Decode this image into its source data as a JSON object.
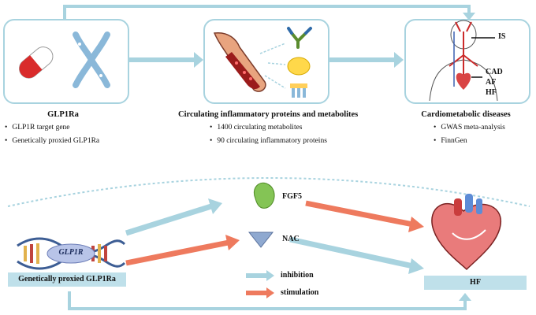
{
  "top": {
    "panel1": {
      "title": "GLP1Ra",
      "items": [
        "GLP1R target gene",
        "Genetically proxied GLP1Ra"
      ]
    },
    "panel2": {
      "title": "Circulating inflammatory proteins and metabolites",
      "items": [
        "1400 circulating metabolites",
        "90 circulating inflammatory proteins"
      ]
    },
    "panel3": {
      "title": "Cardiometabolic diseases",
      "items": [
        "GWAS meta-analysis",
        "FinnGen"
      ],
      "labels": [
        "IS",
        "CAD",
        "AF",
        "HF"
      ]
    }
  },
  "bottom": {
    "gene_label": "GLP1R",
    "exposure_label": "Genetically proxied GLP1Ra",
    "mediator1": "FGF5",
    "mediator2": "NAC",
    "outcome": "HF",
    "legend": {
      "inhibition": "inhibition",
      "stimulation": "stimulation"
    }
  },
  "colors": {
    "inhibition": "#a8d3df",
    "stimulation": "#ee7a5e",
    "panel_border": "#a8d3df"
  }
}
